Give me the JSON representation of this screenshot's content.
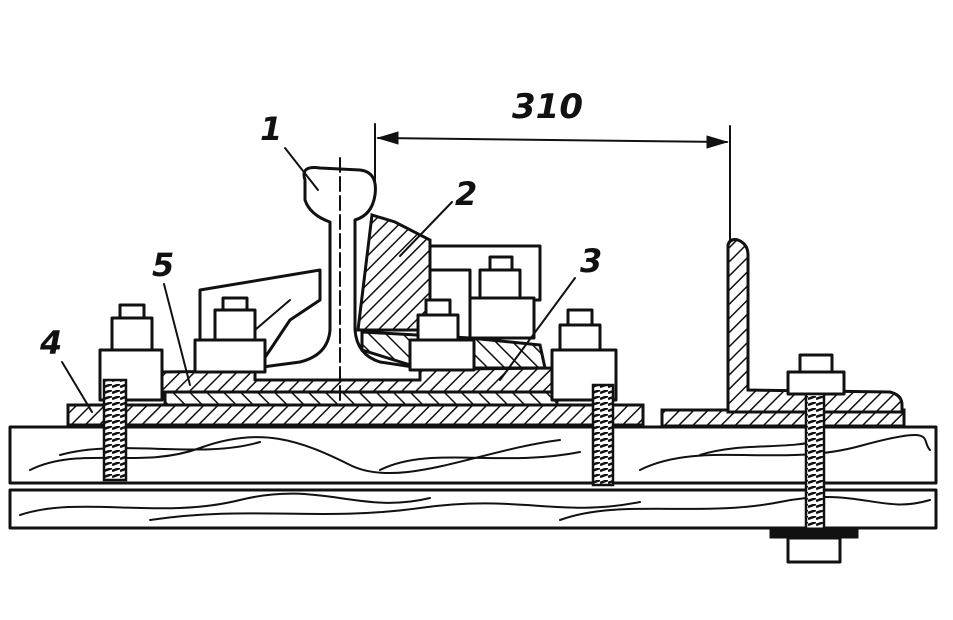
{
  "dimension": {
    "value": "310"
  },
  "callouts": [
    {
      "id": "1",
      "text": "1"
    },
    {
      "id": "2",
      "text": "2"
    },
    {
      "id": "3",
      "text": "3"
    },
    {
      "id": "4",
      "text": "4"
    },
    {
      "id": "5",
      "text": "5"
    }
  ]
}
